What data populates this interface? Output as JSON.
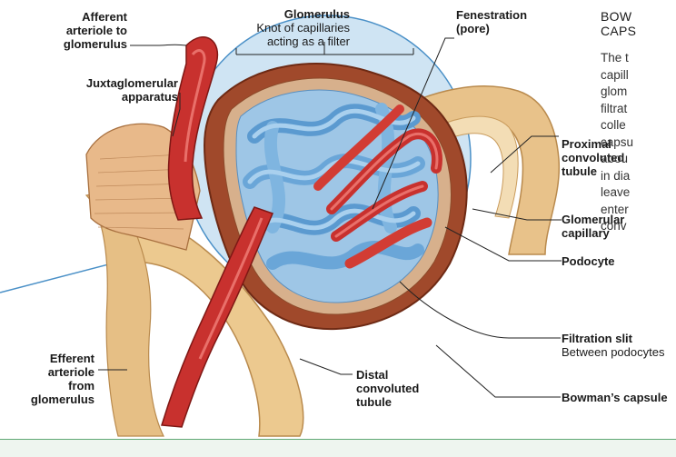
{
  "labels": {
    "afferent": [
      "Afferent",
      "arteriole to",
      "glomerulus"
    ],
    "juxta": [
      "Juxtaglomerular",
      "apparatus"
    ],
    "glomerulus_title": "Glomerulus",
    "glomerulus_sub": [
      "Knot of capillaries",
      "acting as a filter"
    ],
    "fenestration": [
      "Fenestration",
      "(pore)"
    ],
    "proximal": [
      "Proximal",
      "convoluted",
      "tubule"
    ],
    "glomerular_capillary": [
      "Glomerular",
      "capillary"
    ],
    "podocyte": "Podocyte",
    "filtration_slit_title": "Filtration slit",
    "filtration_slit_sub": "Between podocytes",
    "bowmans_capsule": "Bowman’s capsule",
    "distal": [
      "Distal",
      "convoluted",
      "tubule"
    ],
    "efferent": [
      "Efferent",
      "arteriole",
      "from",
      "glomerulus"
    ]
  },
  "side_panel": {
    "title": [
      "BOW",
      "CAPS"
    ],
    "body": [
      "The t",
      "capill",
      "glom",
      "filtrat",
      "colle",
      "capsu",
      "abou",
      "in dia",
      "leave",
      "enter",
      "conv"
    ]
  },
  "colors": {
    "artery_red": "#c8312e",
    "capillary_blue": "#7fb5e0",
    "capsule_brown": "#9c4a2c",
    "tubule_tan": "#e8c28a",
    "accent_green": "#5fa873"
  }
}
